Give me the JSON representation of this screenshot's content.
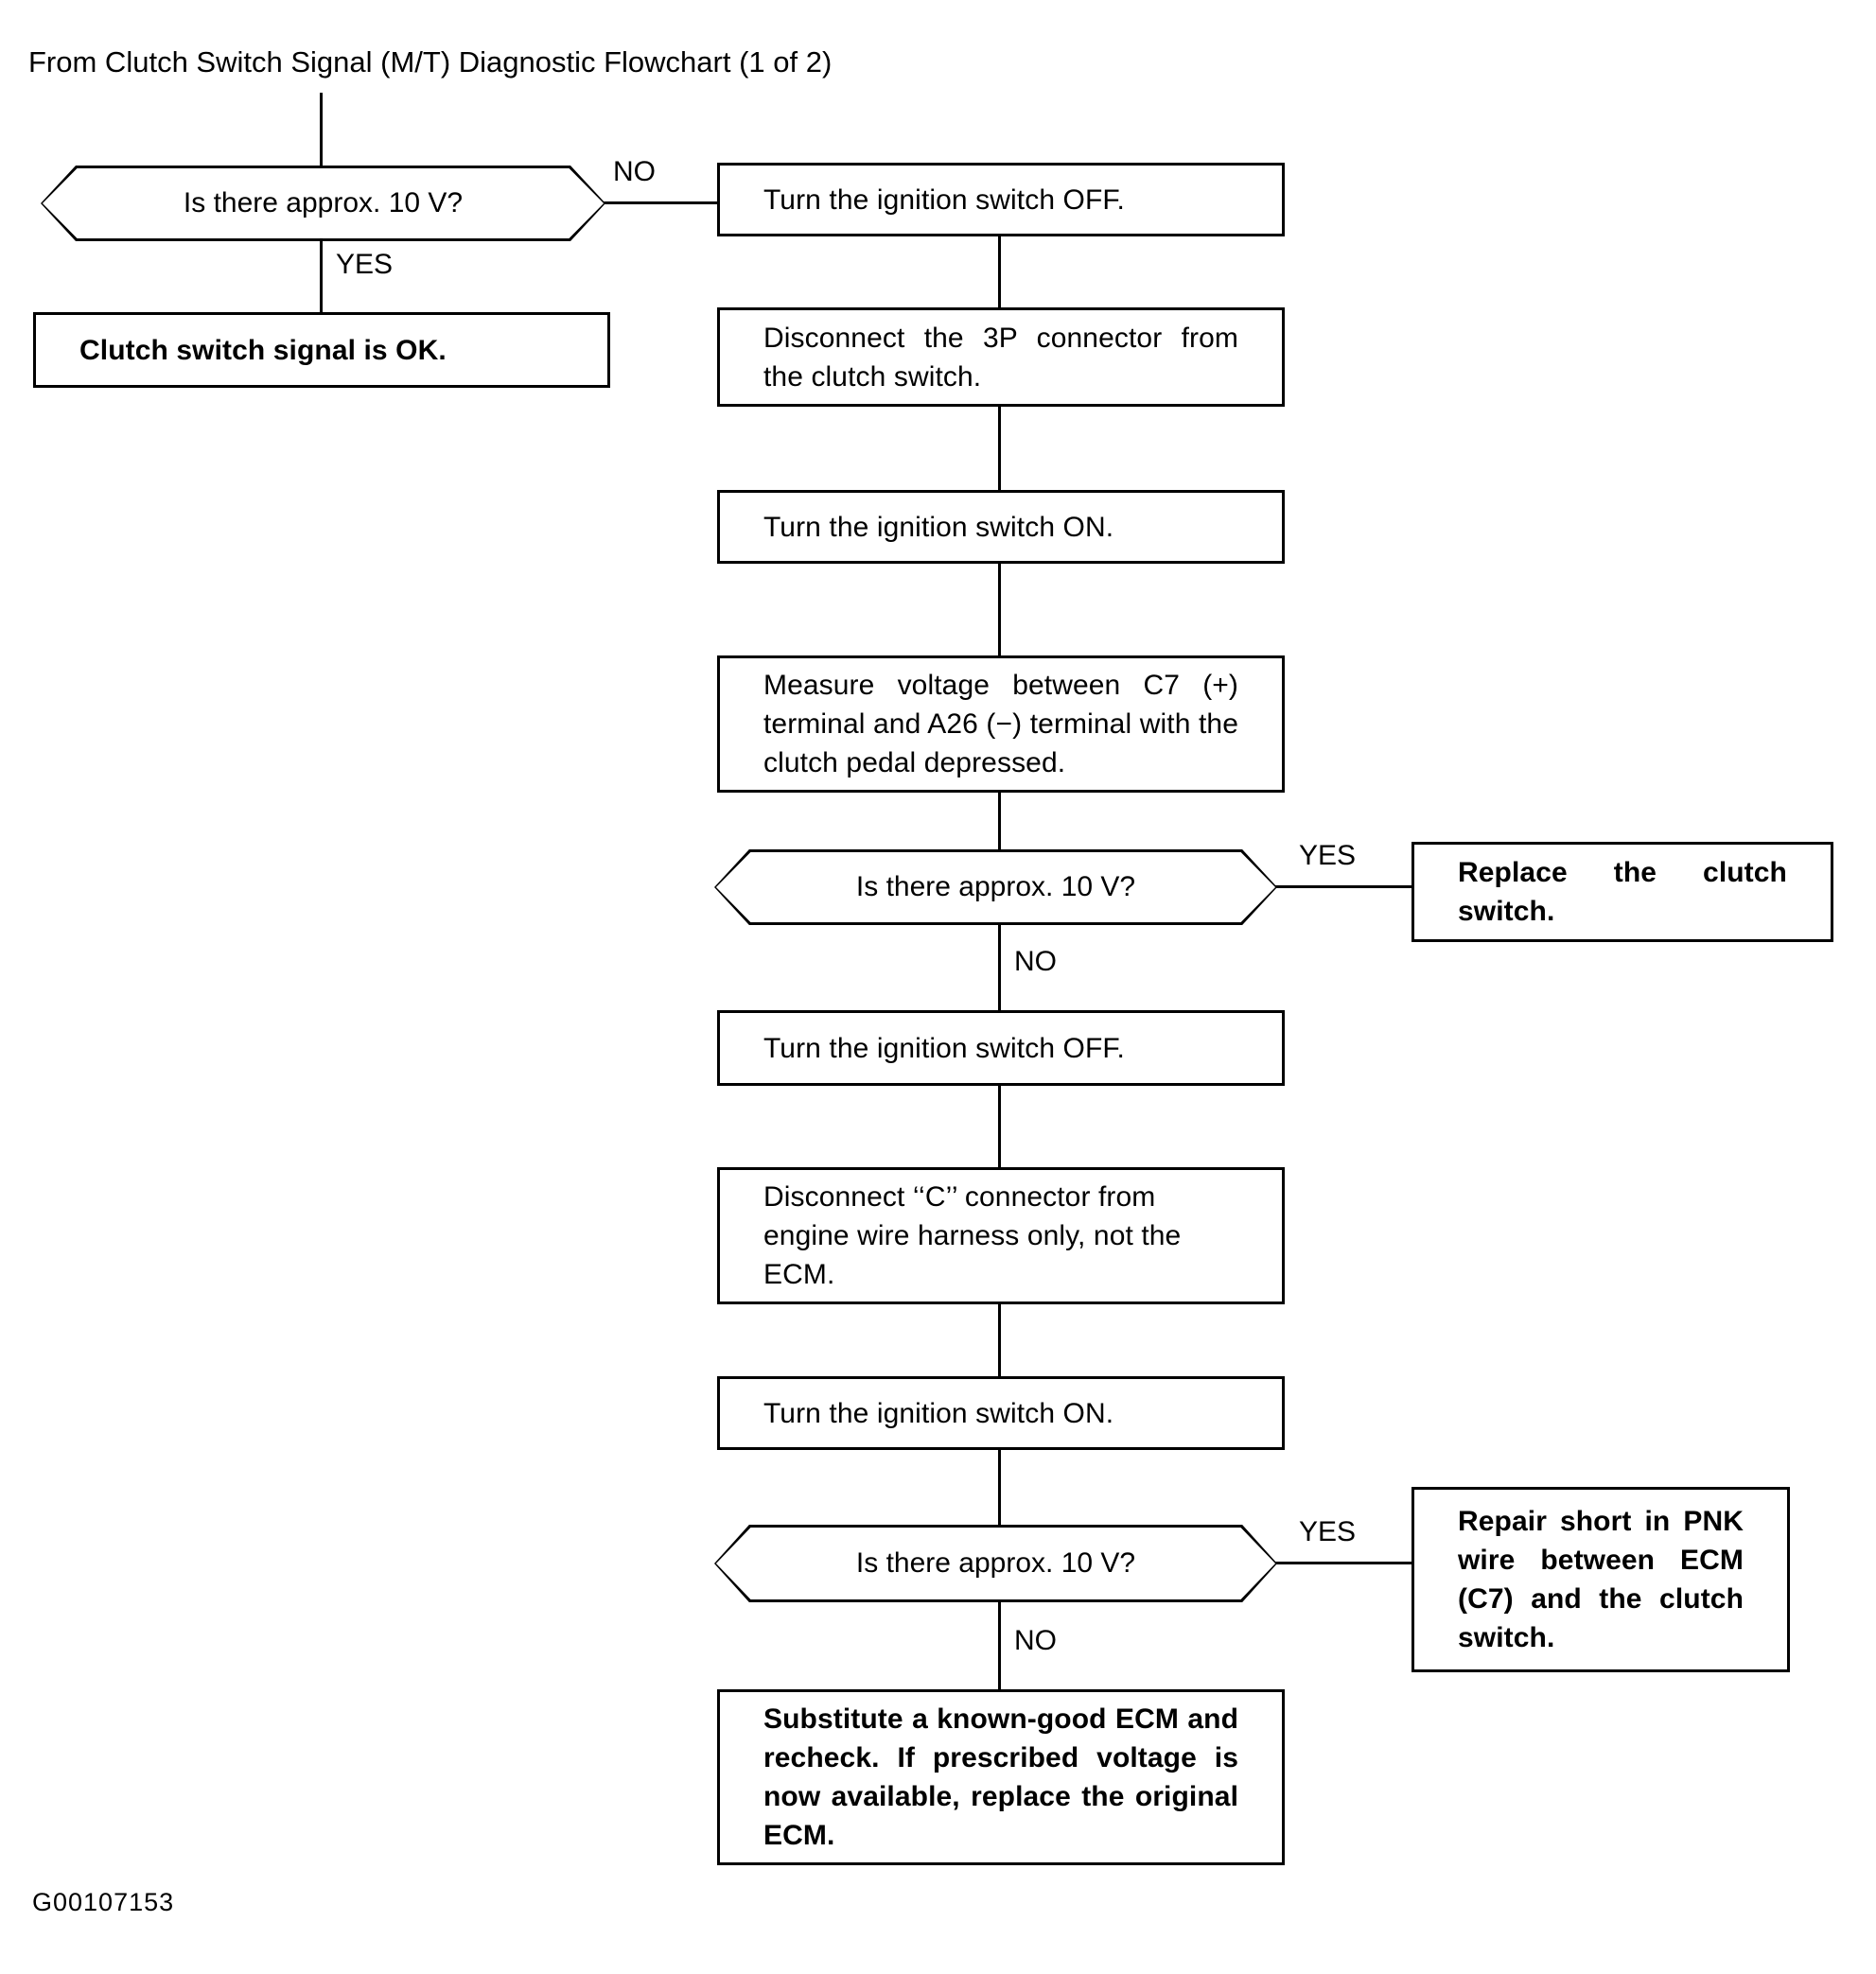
{
  "document": {
    "title": "From Clutch Switch Signal (M/T) Diagnostic Flowchart (1 of 2)",
    "figure_code": "G00107153"
  },
  "branch_labels": {
    "yes": "YES",
    "no": "NO"
  },
  "nodes": {
    "decision_1": "Is there approx. 10 V?",
    "terminal_ok": "Clutch switch signal is OK.",
    "step_ign_off_1": "Turn the ignition switch OFF.",
    "step_disconnect_3p": "Disconnect the 3P connector from the clutch switch.",
    "step_ign_on_1": "Turn the ignition switch ON.",
    "step_measure_voltage": "Measure voltage between C7 (+) terminal and A26 (−) terminal with the clutch pedal depressed.",
    "decision_2": "Is there approx. 10 V?",
    "result_replace_switch": "Replace the clutch switch.",
    "step_ign_off_2": "Turn the ignition switch OFF.",
    "step_disconnect_c": "Disconnect ‘‘C’’ connector from engine wire harness only, not the ECM.",
    "step_ign_on_2": "Turn the ignition switch ON.",
    "decision_3": "Is there approx. 10 V?",
    "result_repair_short": "Repair short in PNK wire between ECM (C7) and the clutch switch.",
    "result_substitute_ecm": "Substitute a known-good ECM and recheck. If prescribed voltage is now available, replace the original ECM."
  },
  "edges": {
    "d1_no": "NO",
    "d1_yes": "YES",
    "d2_yes": "YES",
    "d2_no": "NO",
    "d3_yes": "YES",
    "d3_no": "NO"
  },
  "colors": {
    "ink": "#000000",
    "paper": "#ffffff"
  }
}
